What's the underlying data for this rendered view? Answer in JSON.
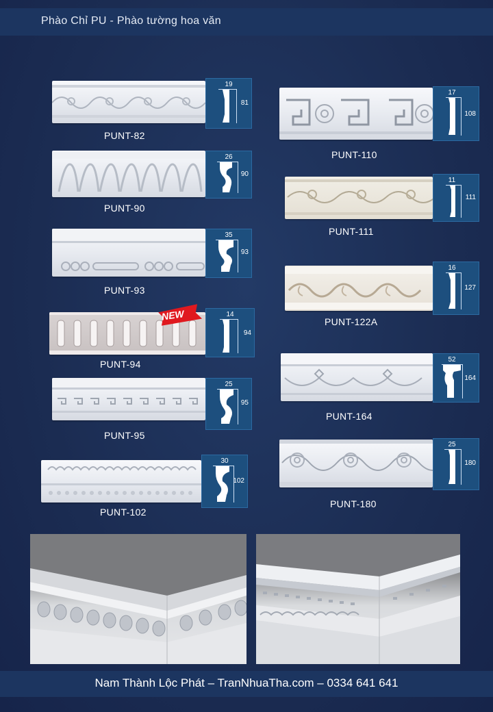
{
  "header": {
    "title": "Phào Chỉ PU - Phào tường hoa văn"
  },
  "products": [
    {
      "code": "PUNT-82",
      "width": "19",
      "height": "81"
    },
    {
      "code": "PUNT-90",
      "width": "26",
      "height": "90"
    },
    {
      "code": "PUNT-93",
      "width": "35",
      "height": "93"
    },
    {
      "code": "PUNT-94",
      "width": "14",
      "height": "94"
    },
    {
      "code": "PUNT-95",
      "width": "25",
      "height": "95"
    },
    {
      "code": "PUNT-102",
      "width": "30",
      "height": "102"
    },
    {
      "code": "PUNT-110",
      "width": "17",
      "height": "108"
    },
    {
      "code": "PUNT-111",
      "width": "11",
      "height": "111"
    },
    {
      "code": "PUNT-122A",
      "width": "16",
      "height": "127"
    },
    {
      "code": "PUNT-164",
      "width": "52",
      "height": "164"
    },
    {
      "code": "PUNT-180",
      "width": "25",
      "height": "180"
    }
  ],
  "badge": {
    "label": "NEW",
    "color": "#e0191f"
  },
  "footer": {
    "contact": "Nam Thành Lộc Phát – TranNhuaTha.com – 0334 641 641"
  },
  "colors": {
    "background": "#1b2c52",
    "bar": "#1c3560",
    "profile_box": "#1d4f7e"
  }
}
